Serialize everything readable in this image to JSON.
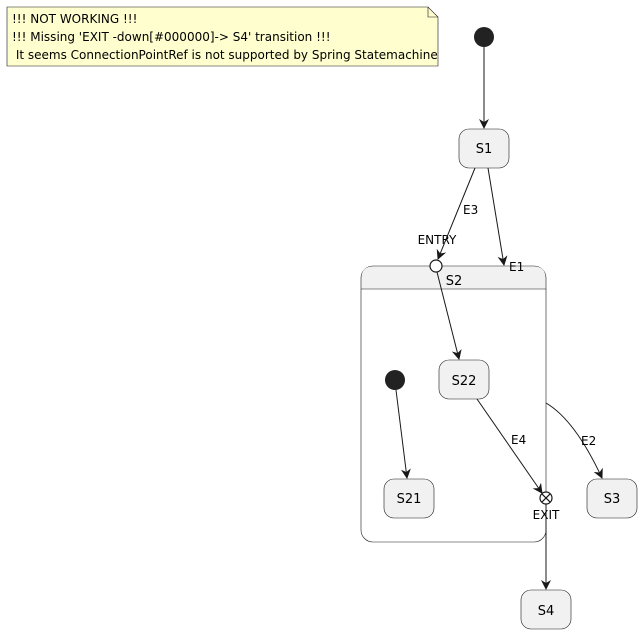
{
  "note": {
    "lines": [
      "!!! NOT WORKING !!!",
      "!!! Missing 'EXIT -down[#000000]-> S4' transition !!!",
      " It seems ConnectionPointRef is not supported by Spring Statemachine"
    ]
  },
  "states": {
    "s1": "S1",
    "s2": "S2",
    "s21": "S21",
    "s22": "S22",
    "s3": "S3",
    "s4": "S4"
  },
  "pseudo_states": {
    "entry": "ENTRY",
    "exit": "EXIT"
  },
  "transitions": {
    "e1": "E1",
    "e2": "E2",
    "e3": "E3",
    "e4": "E4"
  },
  "colors": {
    "state_fill": "#f1f1f1",
    "line": "#181818",
    "note_fill": "#fefece",
    "initial": "#222222"
  }
}
